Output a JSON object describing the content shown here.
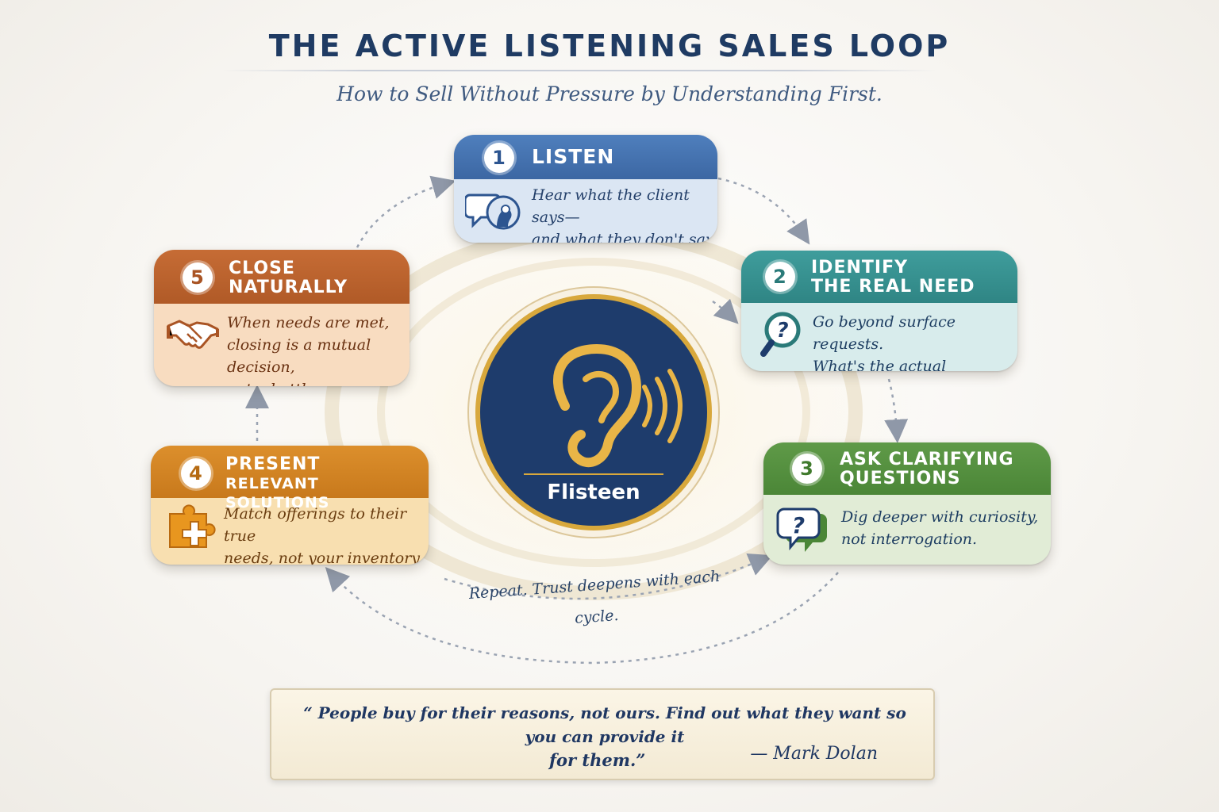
{
  "title": "THE ACTIVE LISTENING SALES LOOP",
  "subtitle": "How to Sell Without Pressure by Understanding First.",
  "center": {
    "label": "Flisteen",
    "icon": "ear-sound-icon"
  },
  "steps": [
    {
      "number": "1",
      "title_lines": [
        "LISTEN"
      ],
      "desc_lines": [
        "Hear what the client says—",
        "and what they don't say."
      ],
      "icon": "speech-head-icon",
      "color": "#3c67a3"
    },
    {
      "number": "2",
      "title_lines": [
        "IDENTIFY",
        "THE REAL NEED"
      ],
      "desc_lines": [
        "Go beyond surface requests.",
        "What's the actual problem?"
      ],
      "icon": "magnifier-question-icon",
      "color": "#2f8584"
    },
    {
      "number": "3",
      "title_lines": [
        "ASK CLARIFYING",
        "QUESTIONS"
      ],
      "desc_lines": [
        "Dig deeper with curiosity,",
        "not interrogation."
      ],
      "icon": "question-bubble-icon",
      "color": "#4b8637"
    },
    {
      "number": "4",
      "title_lines": [
        "PRESENT",
        "RELEVANT SOLUTIONS"
      ],
      "desc_lines": [
        "Match offerings to their true",
        "needs, not your inventory."
      ],
      "icon": "puzzle-piece-icon",
      "color": "#c8791c"
    },
    {
      "number": "5",
      "title_lines": [
        "CLOSE",
        "NATURALLY"
      ],
      "desc_lines": [
        "When needs are met,",
        "closing is a mutual decision,",
        "not a battle."
      ],
      "icon": "handshake-icon",
      "color": "#b05a27"
    }
  ],
  "loop_caption": "Repeat. Trust deepens with each cycle.",
  "quote": {
    "line1": "“ People buy for their reasons, not ours. Find out what they want so you can provide it",
    "line2": "for them.”",
    "author": "— Mark Dolan"
  }
}
